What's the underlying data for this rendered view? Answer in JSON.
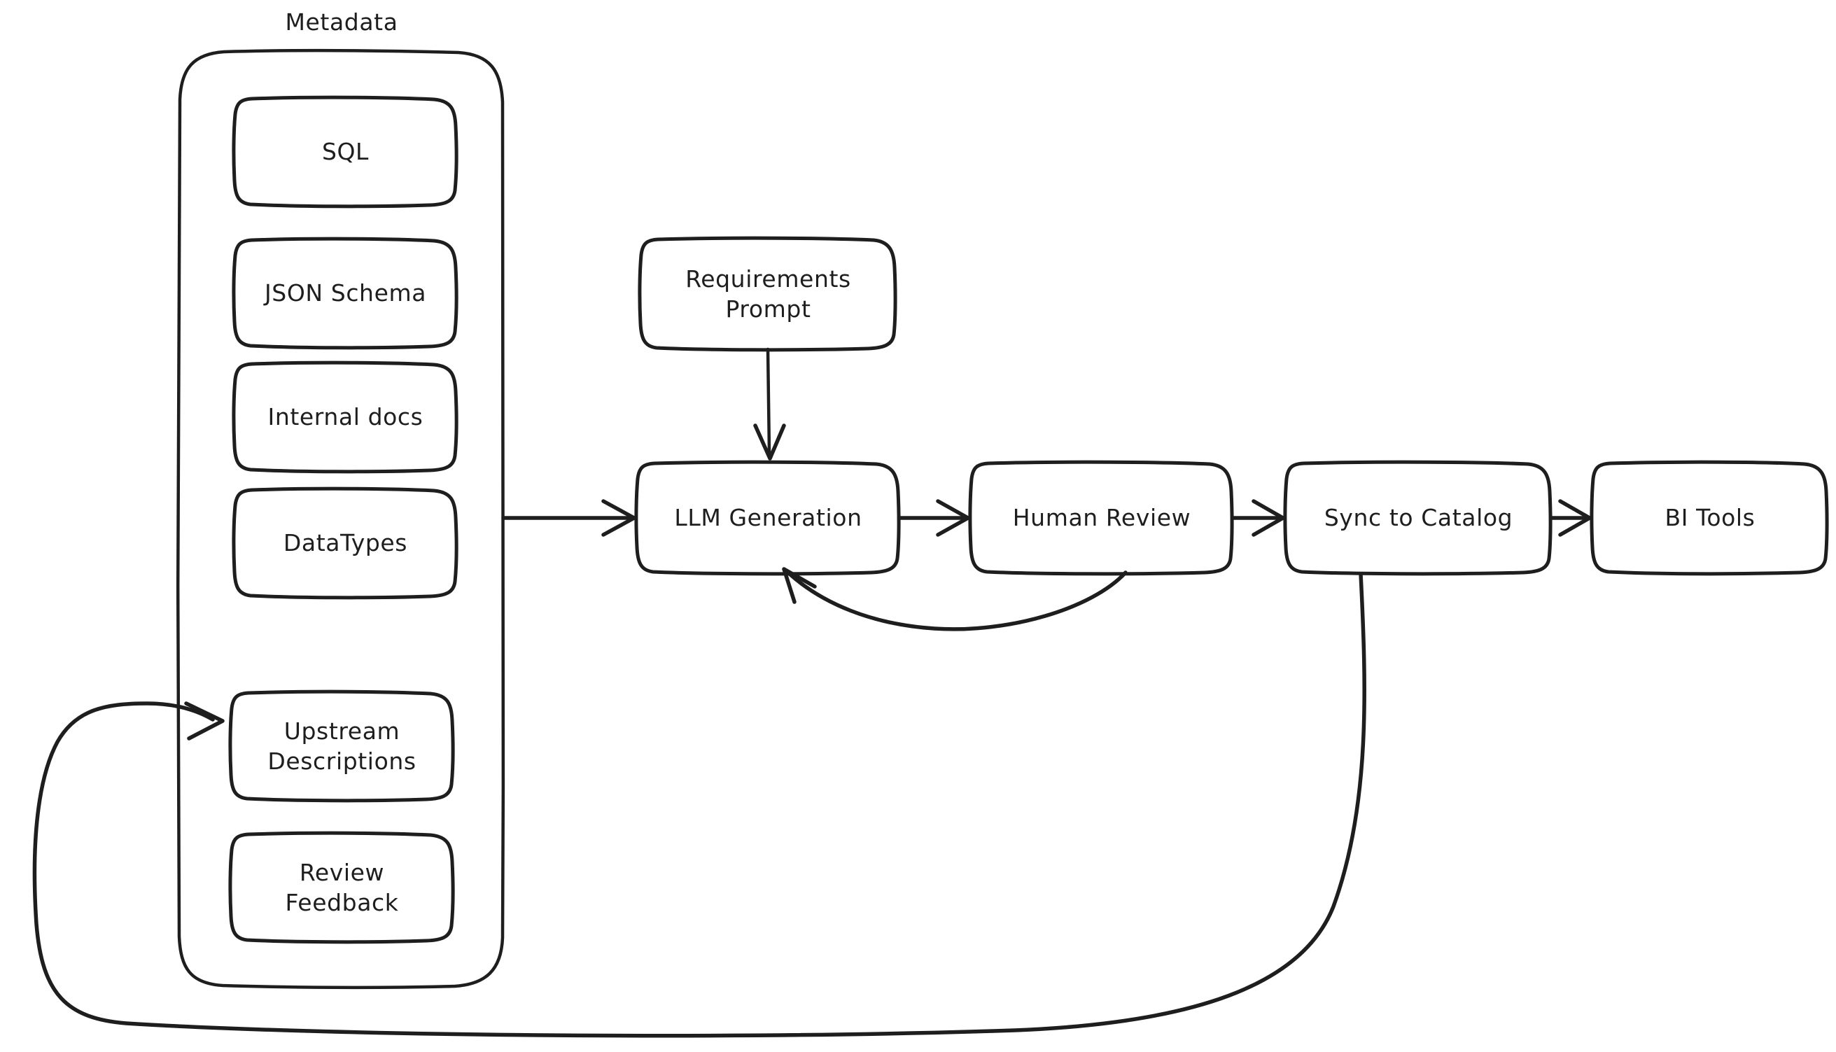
{
  "diagram": {
    "title_visible": false,
    "style": "hand-drawn",
    "background": "#ffffff",
    "stroke_color": "#1e1e1e",
    "groups": [
      {
        "id": "metadata-group",
        "label": "Metadata",
        "items": [
          {
            "id": "sql",
            "label": "SQL"
          },
          {
            "id": "json-schema",
            "label": "JSON Schema"
          },
          {
            "id": "internal-docs",
            "label": "Internal docs"
          },
          {
            "id": "datatypes",
            "label": "DataTypes"
          },
          {
            "id": "upstream-descriptions",
            "label": "Upstream\nDescriptions"
          },
          {
            "id": "review-feedback",
            "label": "Review\nFeedback"
          }
        ]
      }
    ],
    "nodes": [
      {
        "id": "requirements-prompt",
        "label": "Requirements\nPrompt"
      },
      {
        "id": "llm-generation",
        "label": "LLM Generation"
      },
      {
        "id": "human-review",
        "label": "Human Review"
      },
      {
        "id": "sync-to-catalog",
        "label": "Sync to Catalog"
      },
      {
        "id": "bi-tools",
        "label": "BI Tools"
      }
    ],
    "edges": [
      {
        "id": "edge-metadata-to-llm",
        "from": "metadata-group",
        "to": "llm-generation",
        "label": ""
      },
      {
        "id": "edge-prompt-to-llm",
        "from": "requirements-prompt",
        "to": "llm-generation",
        "label": ""
      },
      {
        "id": "edge-llm-to-review",
        "from": "llm-generation",
        "to": "human-review",
        "label": ""
      },
      {
        "id": "edge-review-to-sync",
        "from": "human-review",
        "to": "sync-to-catalog",
        "label": ""
      },
      {
        "id": "edge-sync-to-bi",
        "from": "sync-to-catalog",
        "to": "bi-tools",
        "label": ""
      },
      {
        "id": "edge-review-back-to-llm",
        "from": "human-review",
        "to": "llm-generation",
        "label": ""
      },
      {
        "id": "edge-sync-to-upstream",
        "from": "sync-to-catalog",
        "to": "upstream-descriptions",
        "label": ""
      }
    ]
  }
}
